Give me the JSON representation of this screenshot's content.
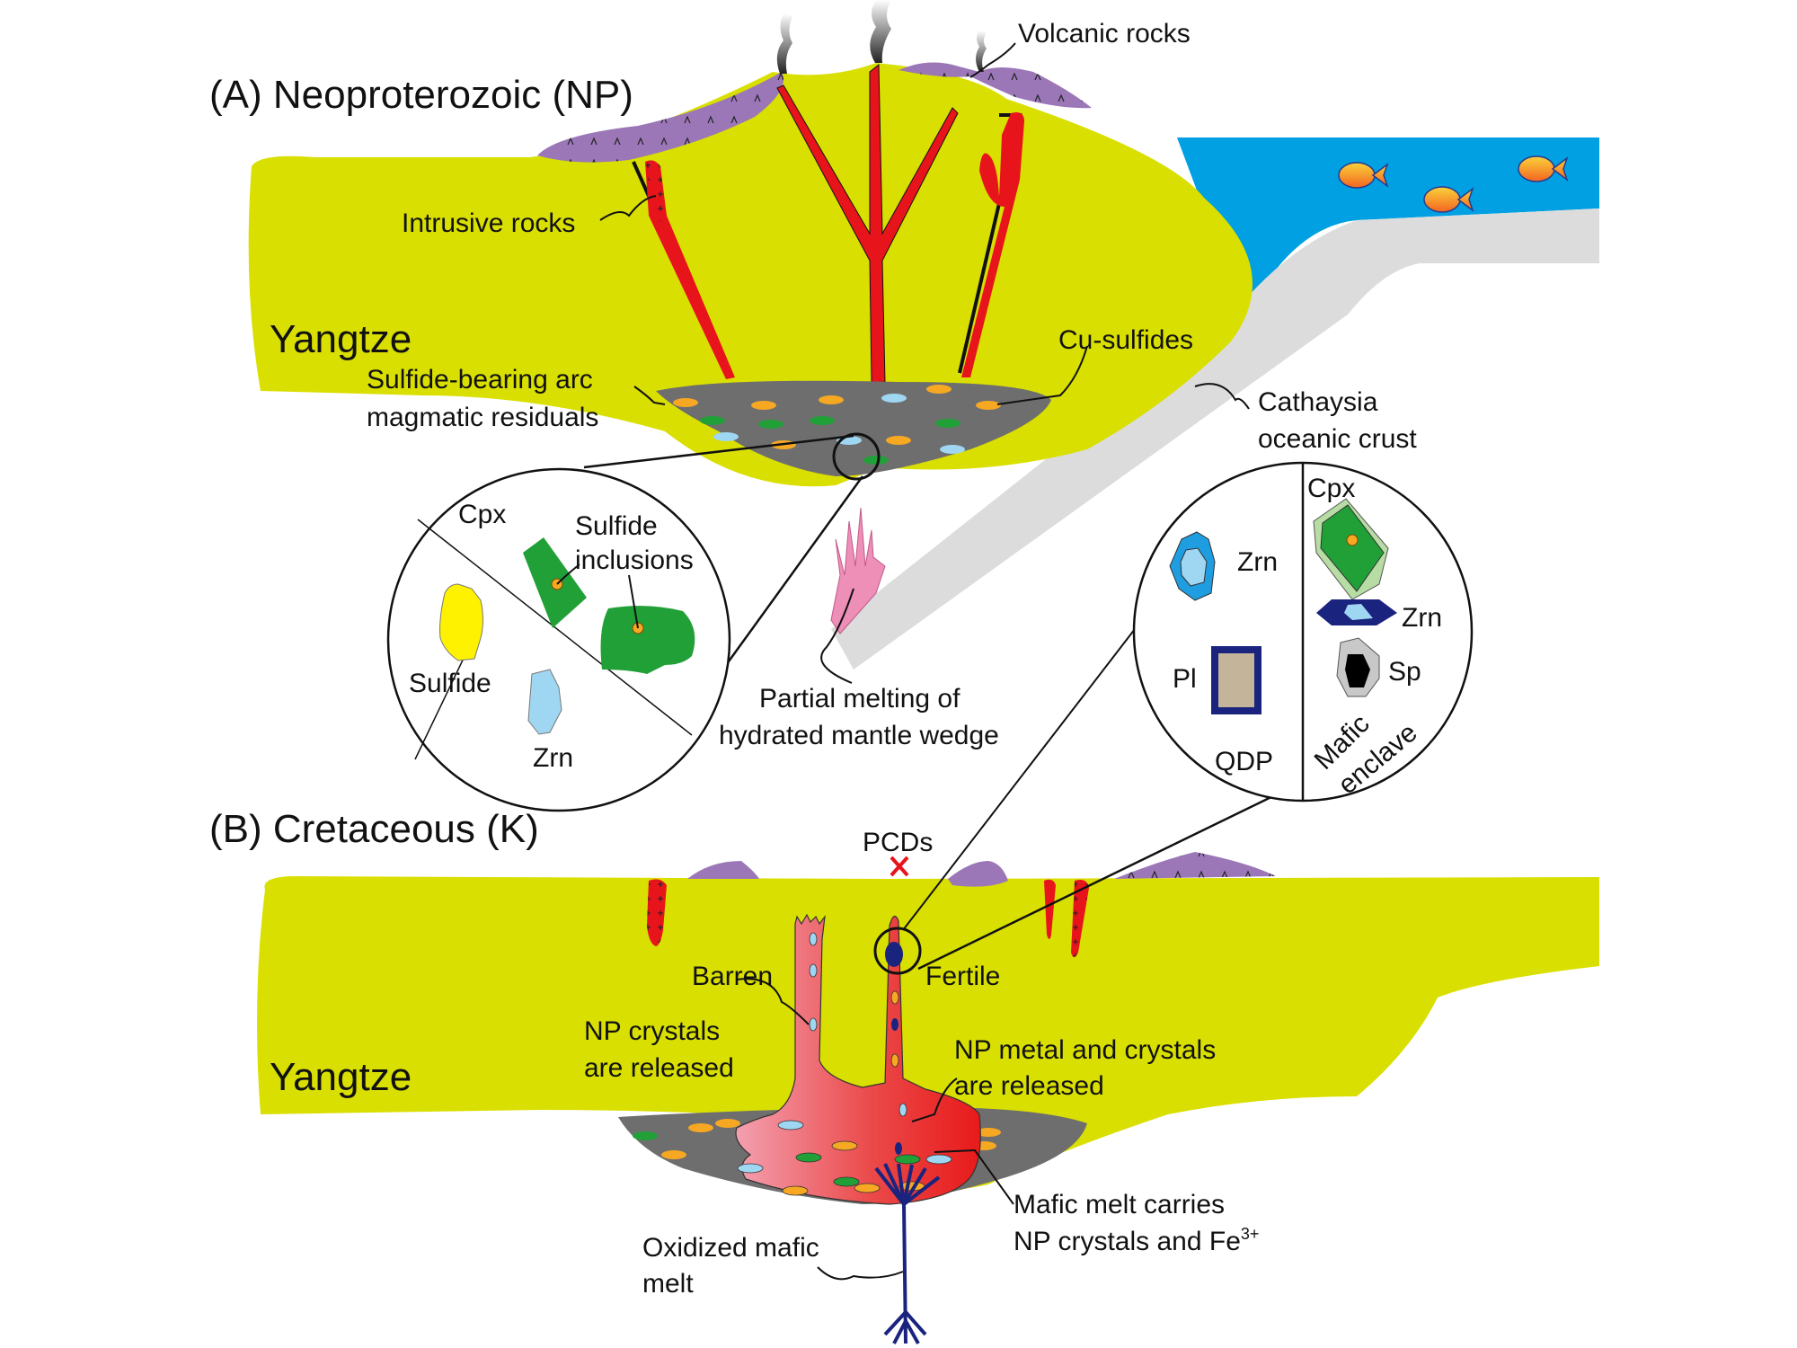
{
  "figure": {
    "panel_a": {
      "title": "(A) Neoproterozoic (NP)",
      "block_label": "Yangtze",
      "labels": {
        "volcanic_rocks": "Volcanic rocks",
        "intrusive_rocks": "Intrusive rocks",
        "cu_sulfides": "Cu-sulfides",
        "residuals_line1": "Sulfide-bearing arc",
        "residuals_line2": "magmatic residuals",
        "crust_line1": "Cathaysia",
        "crust_line2": "oceanic crust",
        "melting_line1": "Partial melting of",
        "melting_line2": "hydrated mantle wedge"
      },
      "inset": {
        "cpx": "Cpx",
        "inclusions_line1": "Sulfide",
        "inclusions_line2": "inclusions",
        "sulfide": "Sulfide",
        "zrn": "Zrn"
      }
    },
    "panel_b": {
      "title": "(B) Cretaceous (K)",
      "block_label": "Yangtze",
      "labels": {
        "pcds": "PCDs",
        "barren": "Barren",
        "fertile": "Fertile",
        "np_crystals_line1": "NP crystals",
        "np_crystals_line2": "are released",
        "np_metal_line1": "NP metal and crystals",
        "np_metal_line2": "are released",
        "mafic_carries_line1": "Mafic melt carries",
        "mafic_carries_line2": "NP crystals and Fe",
        "mafic_carries_sup": "3+",
        "oxidized_line1": "Oxidized mafic",
        "oxidized_line2": "melt"
      },
      "inset": {
        "zrn_qdp": "Zrn",
        "pl": "Pl",
        "qdp": "QDP",
        "cpx": "Cpx",
        "zrn_enclave": "Zrn",
        "sp": "Sp",
        "mafic": "Mafic",
        "enclave": "enclave"
      }
    },
    "colors": {
      "crust_yellow": "#d9df00",
      "volcanic_purple": "#9b77b8",
      "intrusive_red": "#e8141b",
      "residual_gray": "#6e6e6e",
      "ocean_blue": "#00a0e3",
      "oceanic_crust_gray": "#dcdcdc",
      "mafic_blue": "#1a237e",
      "melt_pink": "#ee8fb8"
    }
  }
}
